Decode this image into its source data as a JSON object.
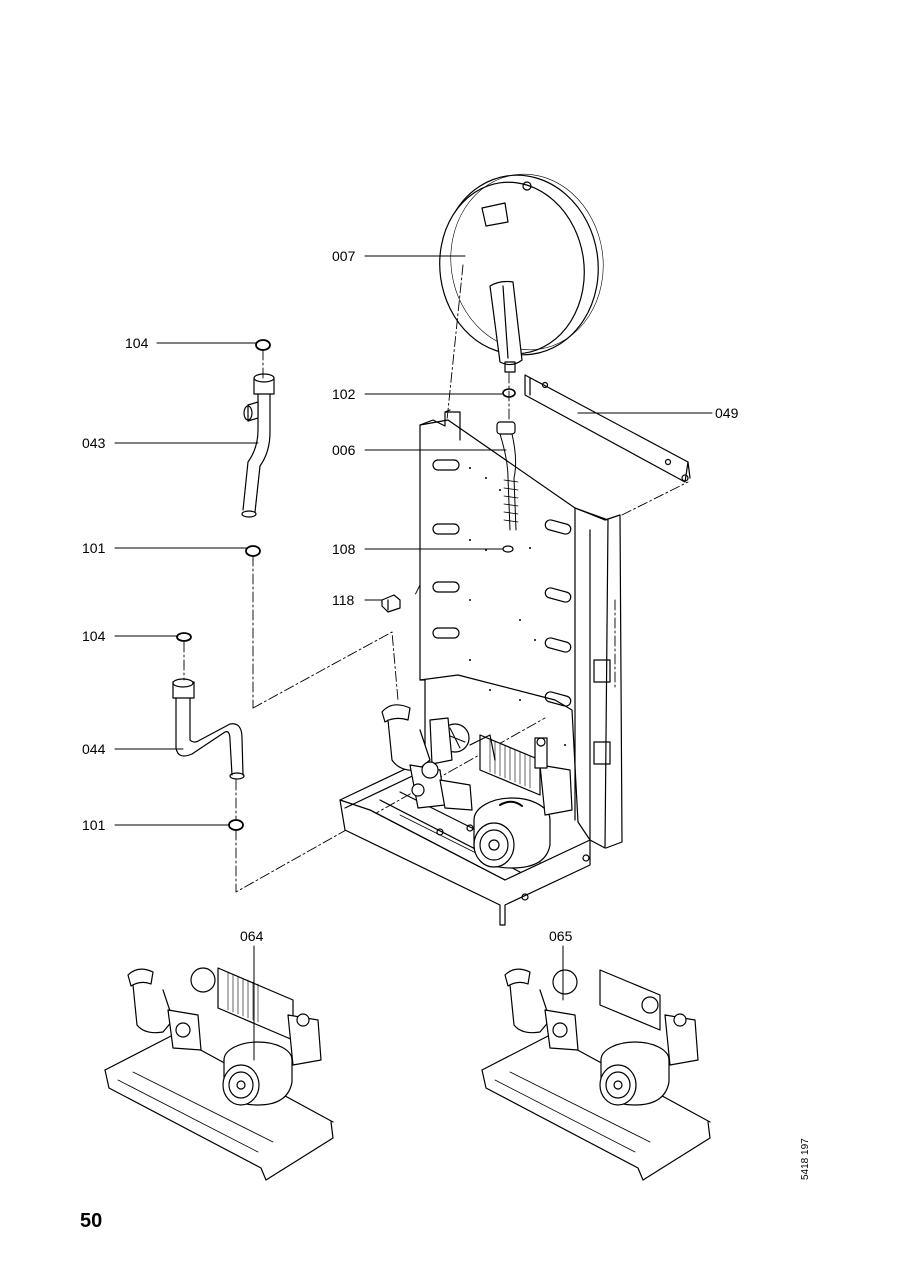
{
  "part_labels": {
    "p007": "007",
    "p104a": "104",
    "p102": "102",
    "p049": "049",
    "p043": "043",
    "p006": "006",
    "p101a": "101",
    "p108": "108",
    "p118": "118",
    "p104b": "104",
    "p044": "044",
    "p101b": "101",
    "p064": "064",
    "p065": "065"
  },
  "page_number": "50",
  "document_code": "5418 197"
}
